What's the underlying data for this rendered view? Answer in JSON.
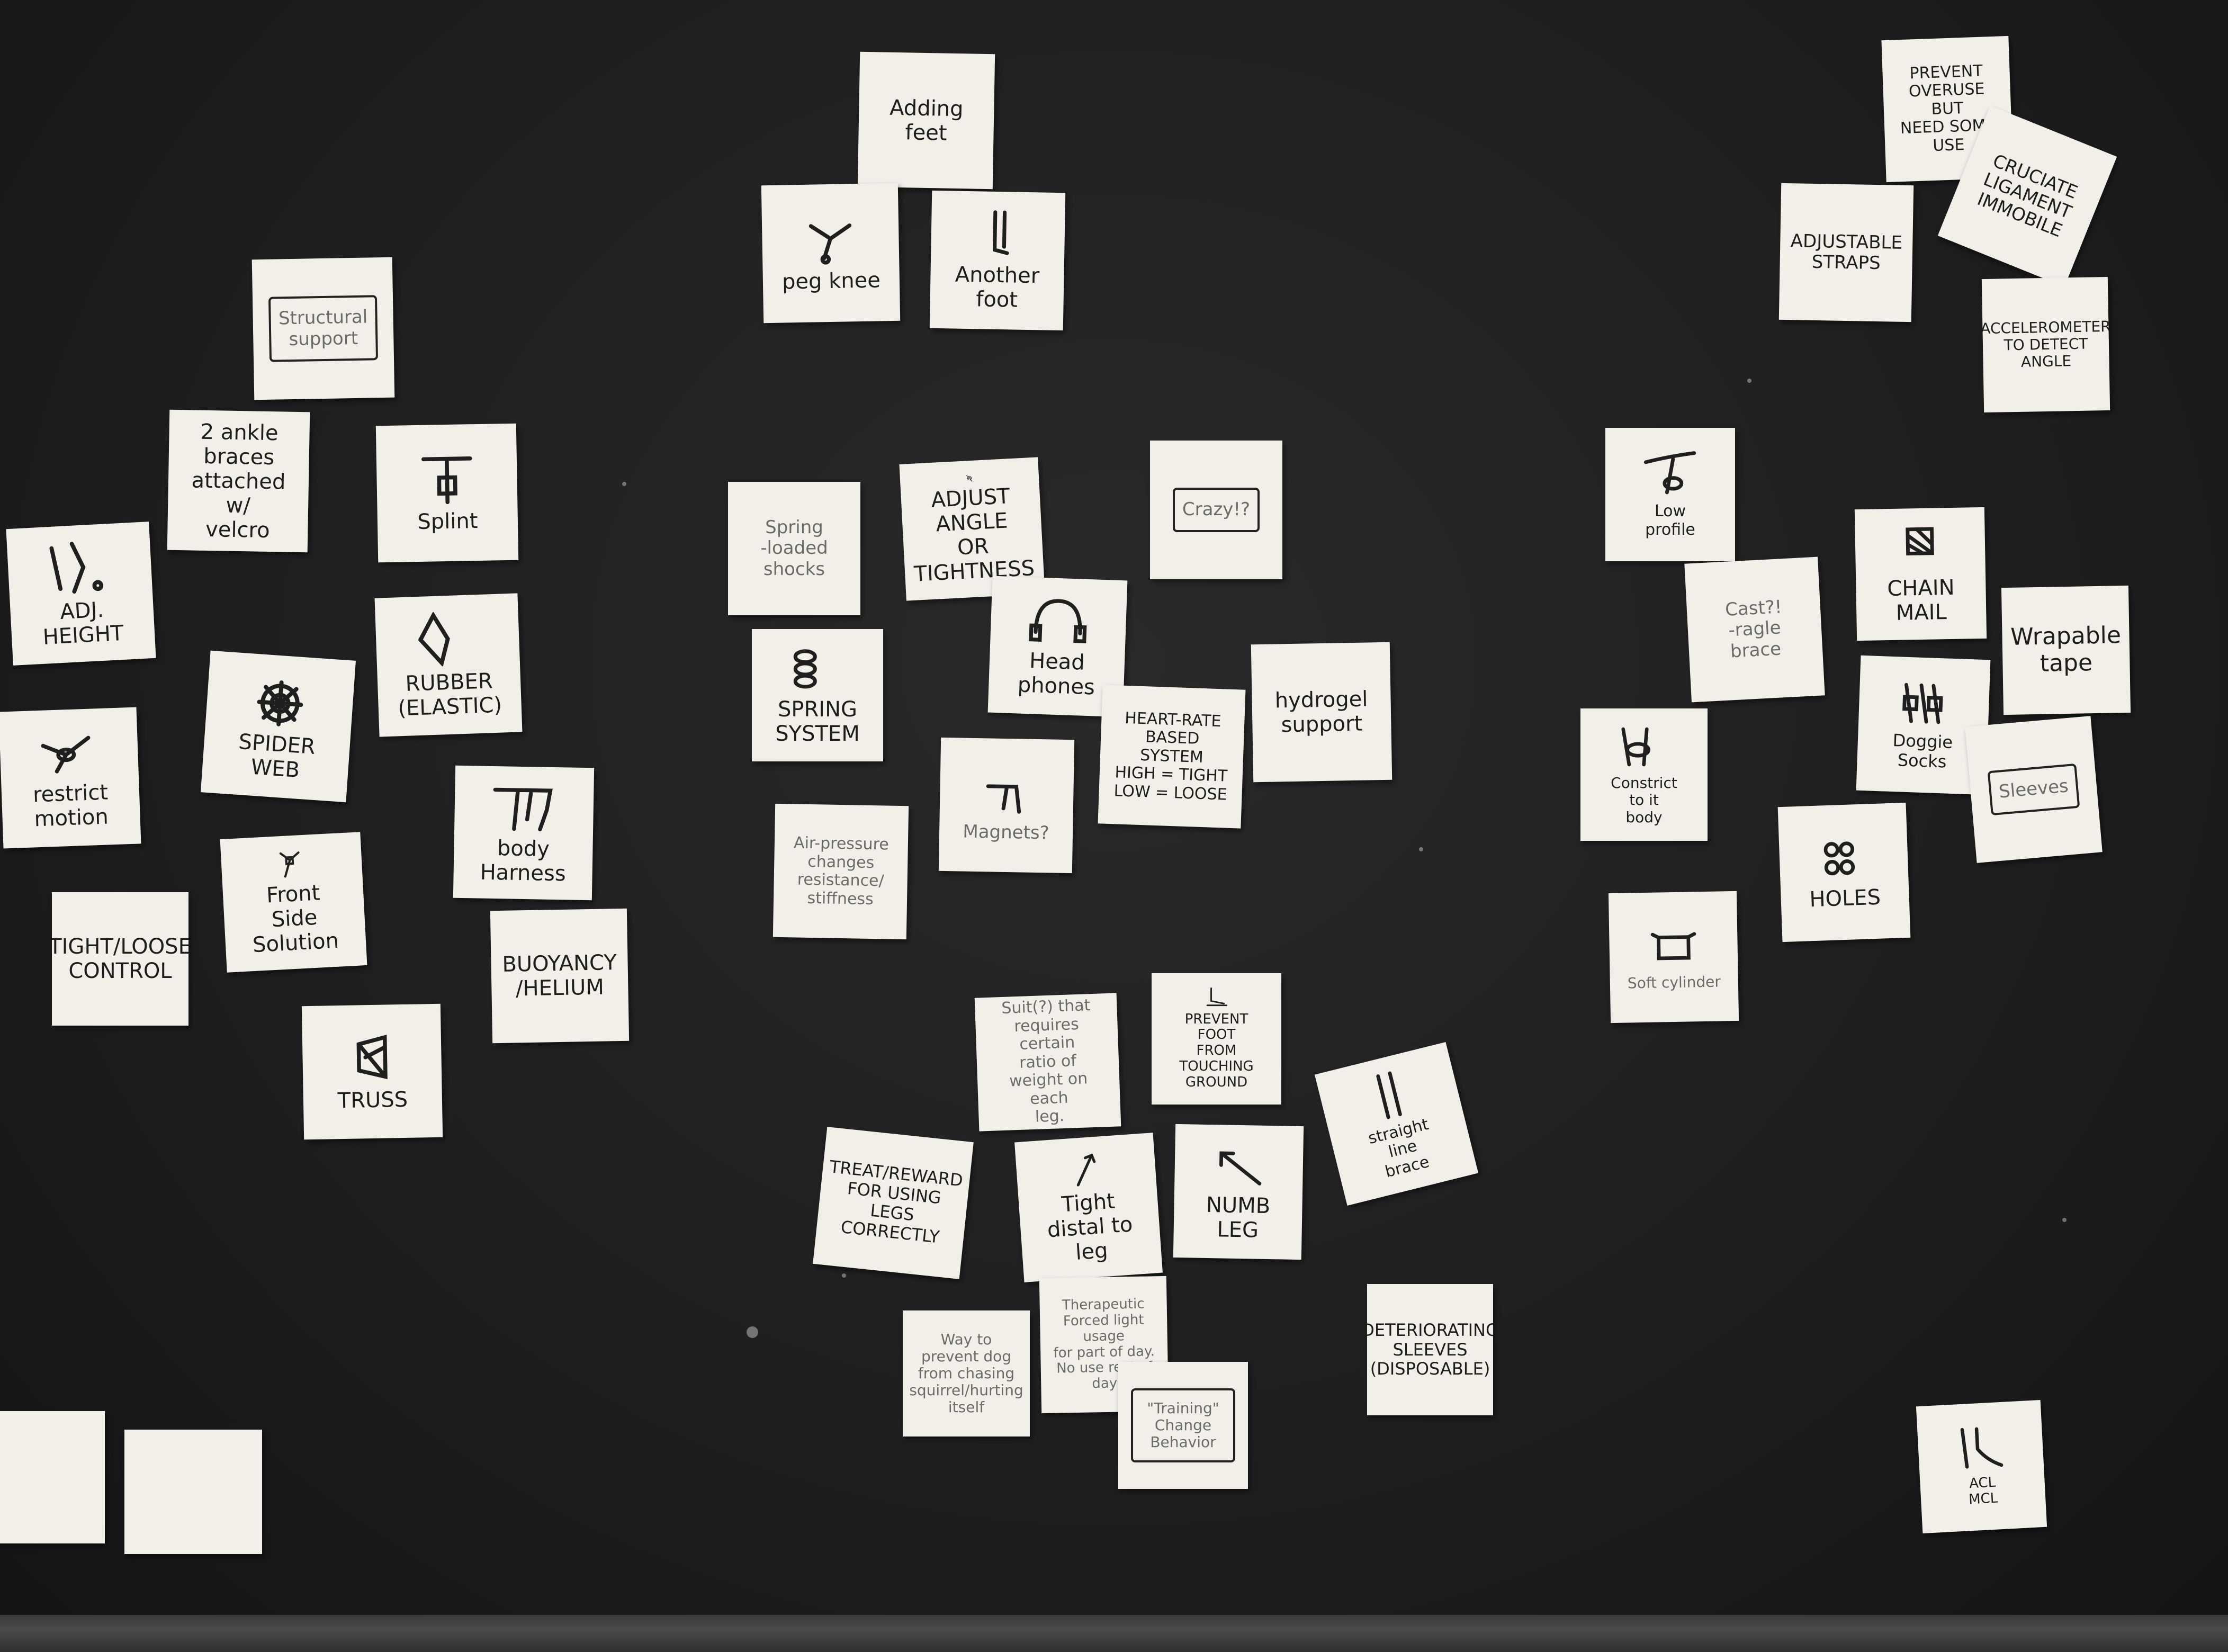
{
  "notes": [
    {
      "text": "Adding\nfeet",
      "style": "boxed"
    },
    {
      "text": "peg knee",
      "icon": "peg-knee-sketch-icon"
    },
    {
      "text": "Another\nfoot",
      "icon": "leg-sketch-icon"
    },
    {
      "text": "Structural\nsupport",
      "style": "boxed faint"
    },
    {
      "text": "2 ankle\nbraces\nattached\nw/\nvelcro"
    },
    {
      "text": "Splint",
      "icon": "splint-sketch-icon"
    },
    {
      "text": "ADJ.\nHEIGHT",
      "icon": "leg-sketch-icon"
    },
    {
      "text": "RUBBER\n(ELASTIC)",
      "icon": "web-sketch-icon"
    },
    {
      "text": "SPIDER\nWEB",
      "icon": "spider-web-sketch-icon"
    },
    {
      "text": "restrict\nmotion",
      "icon": "knee-sketch-icon"
    },
    {
      "text": "body\nHarness",
      "icon": "dog-sketch-icon"
    },
    {
      "text": "Front\nSide\nSolution",
      "icon": "knee-sketch-icon"
    },
    {
      "text": "TIGHT/LOOSE\nCONTROL"
    },
    {
      "text": "BUOYANCY\n/HELIUM"
    },
    {
      "text": "TRUSS",
      "icon": "truss-sketch-icon"
    },
    {
      "text": "Spring\n-loaded\nshocks",
      "style": "faint"
    },
    {
      "text": "ADJUST\nANGLE\nOR\nTIGHTNESS",
      "icon": "joint-sketch-icon"
    },
    {
      "text": "Crazy!?",
      "style": "boxed faint"
    },
    {
      "text": "Head phones",
      "icon": "headphones-sketch-icon"
    },
    {
      "text": "SPRING\nSYSTEM",
      "icon": "spring-sketch-icon"
    },
    {
      "text": "hydrogel\nsupport"
    },
    {
      "text": "HEART-RATE\nBASED SYSTEM\nHIGH = TIGHT\nLOW = LOOSE"
    },
    {
      "text": "Magnets?",
      "icon": "leg-sketch-icon",
      "style": "faint"
    },
    {
      "text": "Air-pressure\nchanges\nresistance/\nstiffness",
      "style": "faint"
    },
    {
      "text": "Suit(?) that\nrequires certain\nratio of\nweight on each\nleg.",
      "style": "faint"
    },
    {
      "text": "PREVENT FOOT\nFROM TOUCHING\nGROUND",
      "icon": "foot-sketch-icon"
    },
    {
      "text": "straight\nline\nbrace",
      "icon": "leg-sketch-icon"
    },
    {
      "text": "TREAT/REWARD\nFOR USING\nLEGS CORRECTLY"
    },
    {
      "text": "Tight\ndistal to\nleg",
      "icon": "arrow-sketch-icon"
    },
    {
      "text": "NUMB LEG",
      "icon": "arrow-sketch-icon"
    },
    {
      "text": "Way to\nprevent dog\nfrom chasing\nsquirrel/hurting\nitself",
      "style": "faint"
    },
    {
      "text": "Therapeutic\nForced light usage\nfor part of day.\nNo use rest of\nday",
      "style": "faint"
    },
    {
      "text": "\"Training\"\nChange Behavior",
      "style": "boxed faint"
    },
    {
      "text": "DETERIORATING\nSLEEVES\n(DISPOSABLE)"
    },
    {
      "text": "PREVENT\nOVERUSE\nBUT\nNEED SOME\nUSE"
    },
    {
      "text": "CRUCIATE\nLIGAMENT\nIMMOBILE"
    },
    {
      "text": "ADJUSTABLE\nSTRAPS"
    },
    {
      "text": "ACCELEROMETER\nTO DETECT\nANGLE"
    },
    {
      "text": "Low\nprofile",
      "icon": "leg-sketch-icon"
    },
    {
      "text": "CHAIN\nMAIL",
      "icon": "chain-mail-sketch-icon"
    },
    {
      "text": "Cast?!\n-ragle\nbrace",
      "style": "faint"
    },
    {
      "text": "Wrapable\ntape"
    },
    {
      "text": "Doggie Socks",
      "icon": "socks-sketch-icon"
    },
    {
      "text": "Constrict\nto it\nbody",
      "icon": "leg-sketch-icon"
    },
    {
      "text": "Sleeves",
      "style": "boxed faint"
    },
    {
      "text": "HOLES",
      "icon": "holes-sketch-icon"
    },
    {
      "text": "Soft cylinder",
      "icon": "cylinder-sketch-icon",
      "style": "faint"
    },
    {
      "text": "ACL\nMCL",
      "icon": "knee-sketch-icon"
    },
    {
      "text": "",
      "style": "blank"
    },
    {
      "text": "",
      "style": "blank"
    }
  ]
}
